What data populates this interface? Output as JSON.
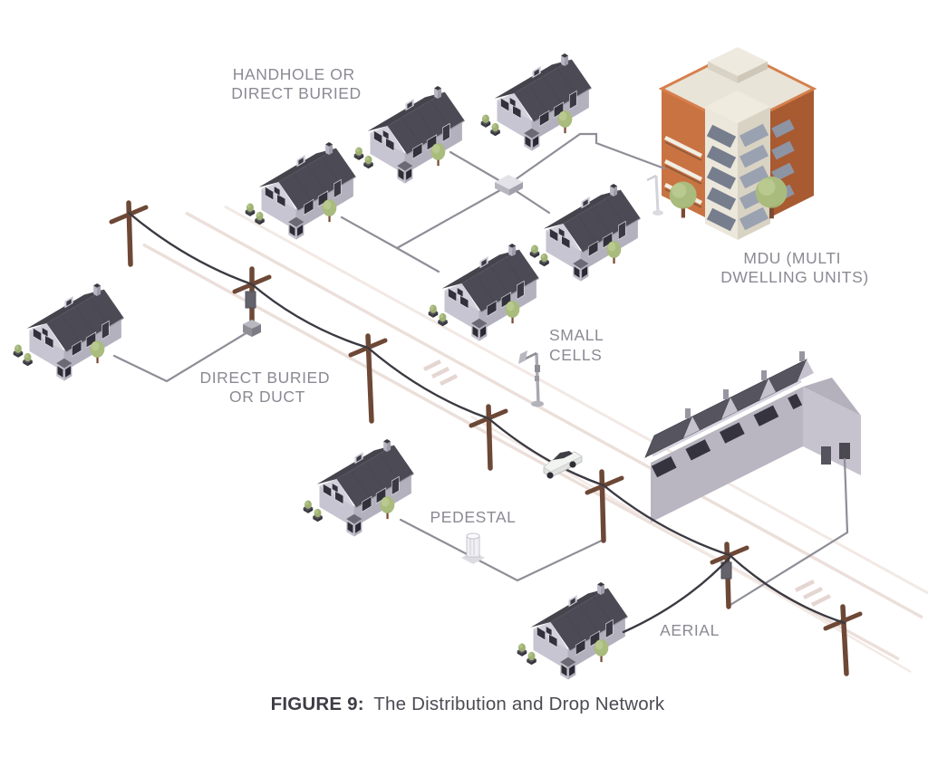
{
  "figure": {
    "caption_label": "FIGURE 9:",
    "caption_text": "The Distribution and Drop Network"
  },
  "labels": {
    "handhole": {
      "line1": "HANDHOLE OR",
      "line2": "DIRECT BURIED"
    },
    "mdu": {
      "line1": "MDU (MULTI",
      "line2": "DWELLING UNITS)"
    },
    "direct_buried": {
      "line1": "DIRECT BURIED",
      "line2": "OR DUCT"
    },
    "small_cells": {
      "line1": "SMALL",
      "line2": "CELLS"
    },
    "pedestal": {
      "line1": "PEDESTAL"
    },
    "aerial": {
      "line1": "AERIAL"
    }
  },
  "scene": {
    "houses_count": 8,
    "utility_poles_count": 7,
    "small_cell_poles_count": 2,
    "items": [
      "house",
      "mdu-building",
      "townhouse-row",
      "utility-pole",
      "small-cell-pole",
      "handhole",
      "pedestal",
      "car",
      "aerial-cable",
      "buried-cable",
      "road"
    ]
  },
  "colors": {
    "background": "#ffffff",
    "label_text": "#8b8a93",
    "caption_bold": "#3e3d45",
    "caption_text": "#4c4b53",
    "roof_dark": "#4c4b55",
    "wall_light": "#c7c5d1",
    "window_dark": "#33323c",
    "pole_brown": "#6d4836",
    "aerial_cable": "#3b3a42",
    "buried_cable": "#8f8e97",
    "road_pink": "#ecdfda",
    "mdu_orange": "#c97342",
    "mdu_brick": "#a85a31",
    "mdu_cream": "#ece7db",
    "tower_window": "#767d8d",
    "tree_green": "#aabc7d",
    "trunk_brown": "#7b4a33"
  }
}
